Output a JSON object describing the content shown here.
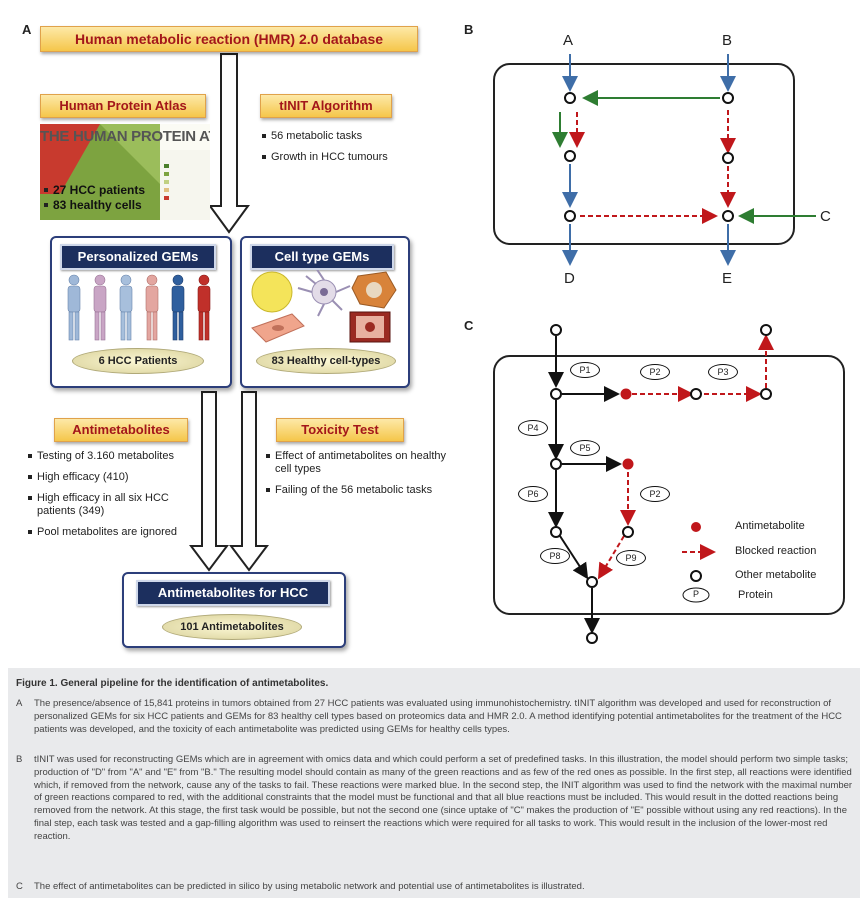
{
  "panel_a": {
    "letter": "A",
    "hmr_title": "Human metabolic reaction (HMR) 2.0 database",
    "hpa_title": "Human Protein Atlas",
    "hpa_logo": "THE HUMAN PROTEIN ATLAS",
    "hpa_bullets": [
      "27 HCC patients",
      "83 healthy cells"
    ],
    "tinit_title": "tINIT Algorithm",
    "tinit_bullets": [
      "56 metabolic tasks",
      "Growth in HCC tumours"
    ],
    "personalized_title": "Personalized GEMs",
    "personalized_oval": "6 HCC Patients",
    "celltype_title": "Cell type GEMs",
    "celltype_oval": "83 Healthy cell-types",
    "antimet_title": "Antimetabolites",
    "antimet_bullets": [
      "Testing of 3.160 metabolites",
      "High efficacy (410)",
      "High efficacy in all six HCC patients (349)",
      "Pool metabolites are ignored"
    ],
    "tox_title": "Toxicity Test",
    "tox_bullets": [
      "Effect of antimetabolites on healthy cell types",
      "Failing of  the 56 metabolic tasks"
    ],
    "final_title": "Antimetabolites for HCC",
    "final_oval": "101 Antimetabolites",
    "colors": {
      "orange": "#f5c64a",
      "navy": "#1c2f5e",
      "text_red": "#a3161a"
    }
  },
  "panel_b": {
    "letter": "B",
    "labels": {
      "a": "A",
      "b": "B",
      "c": "C",
      "d": "D",
      "e": "E"
    },
    "colors": {
      "blue": "#3f6ea8",
      "green": "#2e7d32",
      "red": "#c0171b"
    }
  },
  "panel_c": {
    "letter": "C",
    "proteins": [
      "P1",
      "P2",
      "P3",
      "P4",
      "P5",
      "P6",
      "P2",
      "P8",
      "P9"
    ],
    "legend": {
      "antimetabolite": "Antimetabolite",
      "blocked": "Blocked reaction",
      "other": "Other metabolite",
      "protein_symbol": "P",
      "protein": "Protein"
    }
  },
  "caption": {
    "title": "Figure 1.   General pipeline for the identification of antimetabolites.",
    "rows": [
      {
        "key": "A",
        "text": "The presence/absence of 15,841 proteins in tumors obtained from 27 HCC patients was evaluated using immunohistochemistry. tINIT algorithm was developed and used for reconstruction of personalized GEMs for six HCC patients and GEMs for 83 healthy cell types based on proteomics data and HMR 2.0. A method identifying potential antimetabolites for the treatment of the HCC patients was developed, and the toxicity of each antimetabolite was predicted using GEMs for healthy cells types."
      },
      {
        "key": "B",
        "text": "tINIT was used for reconstructing GEMs which are in agreement with omics data and which could perform a set of predefined tasks. In this illustration, the model should perform two simple tasks; production of \"D\" from \"A\" and \"E\" from \"B.\" The resulting model should contain as many of the green reactions and as few of the red ones as possible. In the first step, all reactions were identified which, if removed from the network, cause any of the tasks to fail. These reactions were marked blue. In the second step, the INIT algorithm was used to find the network with the maximal number of green reactions compared to red, with the additional constraints that the model must be functional and that all blue reactions must be included. This would result in the dotted reactions being removed from the network. At this stage, the first task would be possible, but not the second one (since uptake of \"C\" makes the production of \"E\" possible without using any red reactions). In the final step, each task was tested and a gap-filling algorithm was used to reinsert the reactions which were required for all tasks to work. This would result in the inclusion of the lower-most red reaction."
      },
      {
        "key": "C",
        "text": "The effect of antimetabolites can be predicted in silico by using metabolic network and potential use of antimetabolites is illustrated."
      }
    ]
  }
}
